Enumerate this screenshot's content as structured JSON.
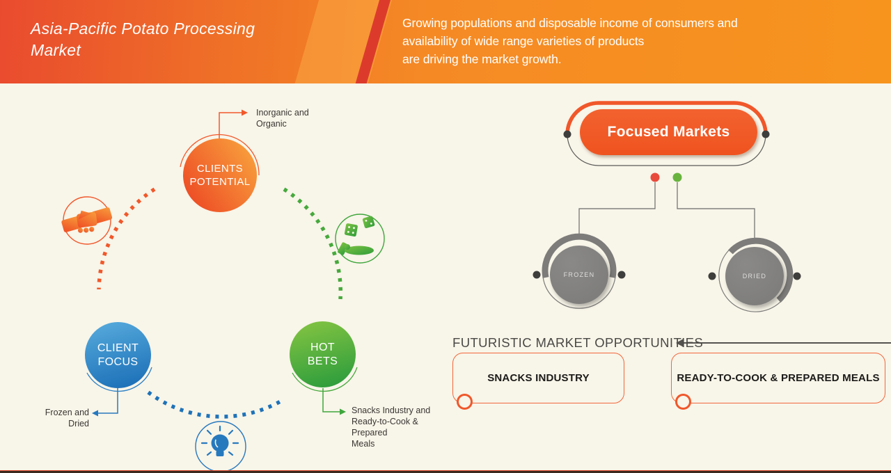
{
  "header": {
    "title": "Asia-Pacific Potato Processing\nMarket",
    "subtitle": "Growing populations and disposable income of consumers and\navailability of wide range varieties of products\nare driving the market growth."
  },
  "cycle": {
    "nodes": [
      {
        "id": "clients-potential",
        "label": "CLIENTS\nPOTENTIAL",
        "callout": "Inorganic and\nOrganic",
        "color": "#F15A29"
      },
      {
        "id": "client-focus",
        "label": "CLIENT\nFOCUS",
        "callout": "Frozen and\nDried",
        "color": "#1B75BC"
      },
      {
        "id": "hot-bets",
        "label": "HOT\nBETS",
        "callout": "Snacks Industry and\nReady-to-Cook & Prepared\nMeals",
        "color": "#39A935"
      }
    ],
    "icons": [
      "handshake-icon",
      "dice-in-hand-icon",
      "lightbulb-icon"
    ]
  },
  "focused": {
    "title": "Focused Markets",
    "markets": [
      {
        "label": "FROZEN"
      },
      {
        "label": "DRIED"
      }
    ]
  },
  "opportunities": {
    "heading": "FUTURISTIC MARKET OPPORTUNITIES",
    "boxes": [
      {
        "label": "SNACKS INDUSTRY"
      },
      {
        "label": "READY-TO-COOK & PREPARED MEALS"
      }
    ]
  },
  "colors": {
    "accent_orange": "#F15A29",
    "accent_blue": "#1B75BC",
    "accent_green": "#39A935",
    "gray_node": "#807F7D",
    "red_dot": "#E84B3C",
    "green_dot": "#68B33E",
    "background": "#F8F5E9"
  }
}
